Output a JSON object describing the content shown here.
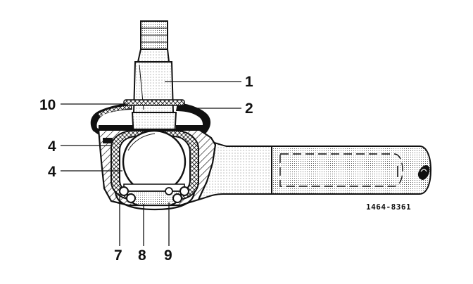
{
  "diagram": {
    "reference_code": "1464-8361",
    "callouts": [
      {
        "id": "1",
        "text": "1"
      },
      {
        "id": "2",
        "text": "2"
      },
      {
        "id": "10",
        "text": "10"
      },
      {
        "id": "4a",
        "text": "4"
      },
      {
        "id": "4b",
        "text": "4"
      },
      {
        "id": "7",
        "text": "7"
      },
      {
        "id": "8",
        "text": "8"
      },
      {
        "id": "9",
        "text": "9"
      }
    ]
  },
  "colors": {
    "ink": "#111111",
    "paper": "#ffffff"
  }
}
